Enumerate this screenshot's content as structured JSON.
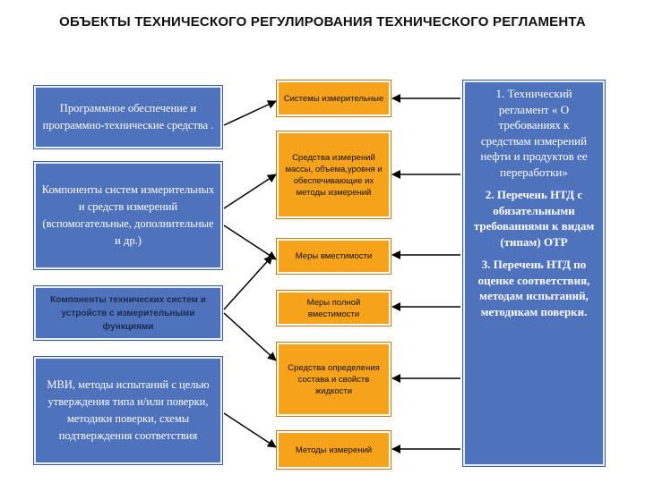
{
  "title": "ОБЪЕКТЫ ТЕХНИЧЕСКОГО РЕГУЛИРОВАНИЯ ТЕХНИЧЕСКОГО РЕГЛАМЕНТА",
  "left_boxes": [
    "Программное обеспечение и программно-технические средства .",
    "Компоненты систем измерительных и средств измерений (вспомогательные, дополнительные и др.)",
    "Компоненты технических систем и устройств с измерительными функциями",
    "МВИ, методы испытаний с целью утверждения типа и/или поверки, методики поверки, схемы подтверждения соответствия"
  ],
  "center_boxes": [
    "Системы измерительные",
    "Средства измерений массы, объема,уровня и обеспечивающие их методы измерений",
    "Меры вместимости",
    "Меры полной вместимости",
    "Средства определения состава и свойств жидкости",
    "Методы измерений"
  ],
  "right_panel": {
    "item1": "1. Технический регламент « О требованиях к средствам измерений нефти и продуктов ее переработки»",
    "item2": "2. Перечень НТД с обязательными требованиями к видам (типам) ОТР",
    "item3": "3. Перечень НТД по оценке соответствия, методам испытаний, методикам поверки."
  },
  "colors": {
    "blue": "#4f72bd",
    "orange": "#f7a21b",
    "arrow": "#000000"
  }
}
